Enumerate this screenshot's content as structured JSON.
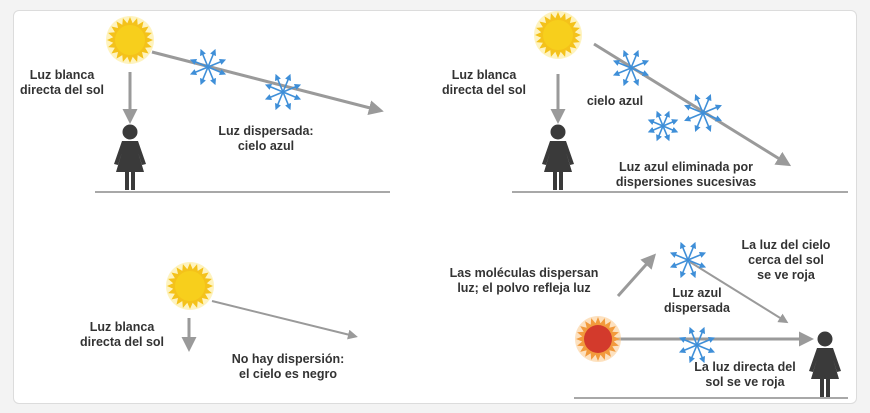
{
  "colors": {
    "sun_yellow": "#f7cf1c",
    "sun_glow": "#fde98a",
    "sun_red": "#d33a2c",
    "sun_red_glow": "#f29a3c",
    "ray_gray": "#9a9a9a",
    "scatter_blue": "#3f8fd8",
    "figure": "#3a3a3a",
    "ground": "#a8a8a8",
    "text": "#333333"
  },
  "icons": [
    "sun-icon",
    "red-sun-icon",
    "person-icon",
    "scatter-star-icon",
    "arrow-icon"
  ],
  "panel_tl": {
    "direct_label": "Luz blanca\ndirecta del sol",
    "scatter_label": "Luz dispersada:\ncielo azul"
  },
  "panel_tr": {
    "direct_label": "Luz blanca\ndirecta del sol",
    "sky_label": "cielo azul",
    "removed_label": "Luz azul eliminada por\ndispersiones sucesivas"
  },
  "panel_bl": {
    "direct_label": "Luz blanca\ndirecta del sol",
    "no_scatter_label": "No hay dispersión:\nel cielo es negro"
  },
  "panel_br": {
    "molecules_label": "Las moléculas dispersan\nluz; el polvo refleja luz",
    "sky_red_label": "La luz del cielo\ncerca del sol\nse ve roja",
    "scatter_label": "Luz azul\ndispersada",
    "direct_red_label": "La luz directa del\nsol se ve roja"
  }
}
